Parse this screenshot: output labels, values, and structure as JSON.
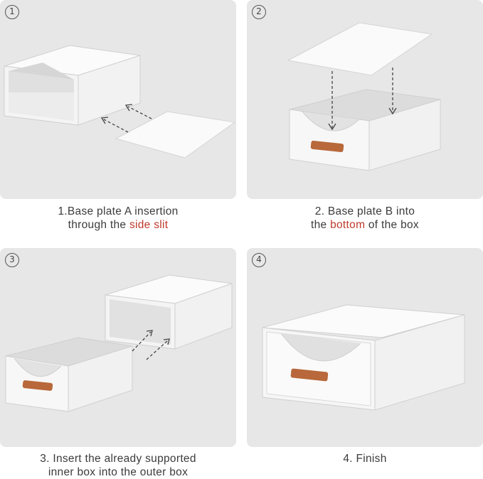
{
  "steps": [
    {
      "number": "1",
      "caption_line1": "1.Base plate A insertion",
      "caption_line2_pre": "through the ",
      "caption_line2_hl": "side slit",
      "caption_line2_post": ""
    },
    {
      "number": "2",
      "caption_line1": "2. Base plate B into",
      "caption_line2_pre": "the ",
      "caption_line2_hl": "bottom",
      "caption_line2_post": " of the box"
    },
    {
      "number": "3",
      "caption_line1": "3. Insert the already supported",
      "caption_line2_pre": "inner box into the outer box",
      "caption_line2_hl": "",
      "caption_line2_post": ""
    },
    {
      "number": "4",
      "caption_line1": "4. Finish",
      "caption_line2_pre": "",
      "caption_line2_hl": "",
      "caption_line2_post": ""
    }
  ],
  "colors": {
    "panel_bg": "#e7e7e7",
    "highlight": "#c0392b",
    "handle": "#b8683a"
  }
}
